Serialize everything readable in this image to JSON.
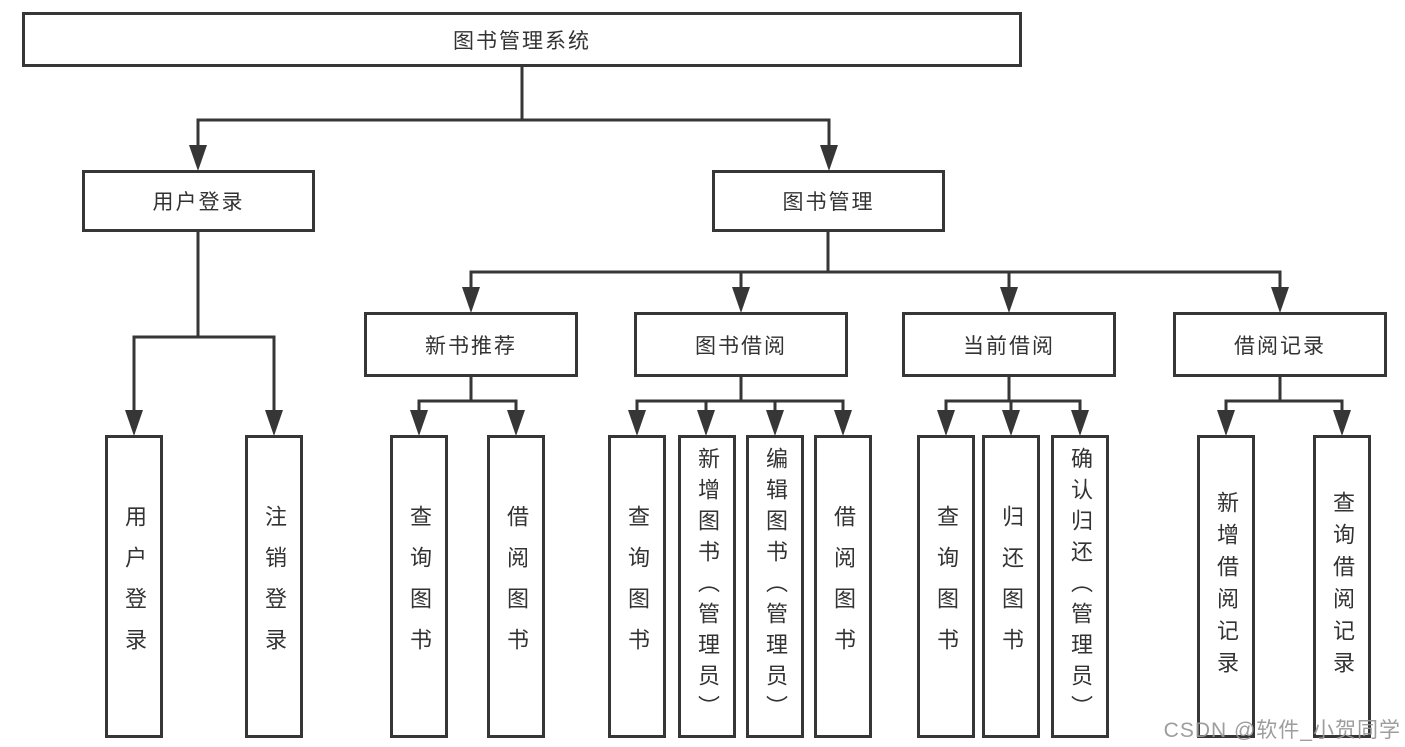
{
  "nodes": {
    "root": "图书管理系统",
    "user_login": "用户登录",
    "book_management": "图书管理",
    "new_book": "新书推荐",
    "book_borrow": "图书借阅",
    "current_borrow": "当前借阅",
    "borrow_records": "借阅记录"
  },
  "leaves": {
    "user_login": [
      "用户登录",
      "注销登录"
    ],
    "new_book": [
      "查询图书",
      "借阅图书"
    ],
    "book_borrow": [
      "查询图书",
      "新增图书（管理员）",
      "编辑图书（管理员）",
      "借阅图书"
    ],
    "current_borrow": [
      "查询图书",
      "归还图书",
      "确认归还（管理员）"
    ],
    "borrow_records": [
      "新增借阅记录",
      "查询借阅记录"
    ]
  },
  "watermark": "CSDN @软件_小贺同学",
  "colors": {
    "line": "#363636",
    "text": "#333333",
    "watermark": "#989898",
    "background": "#ffffff"
  }
}
